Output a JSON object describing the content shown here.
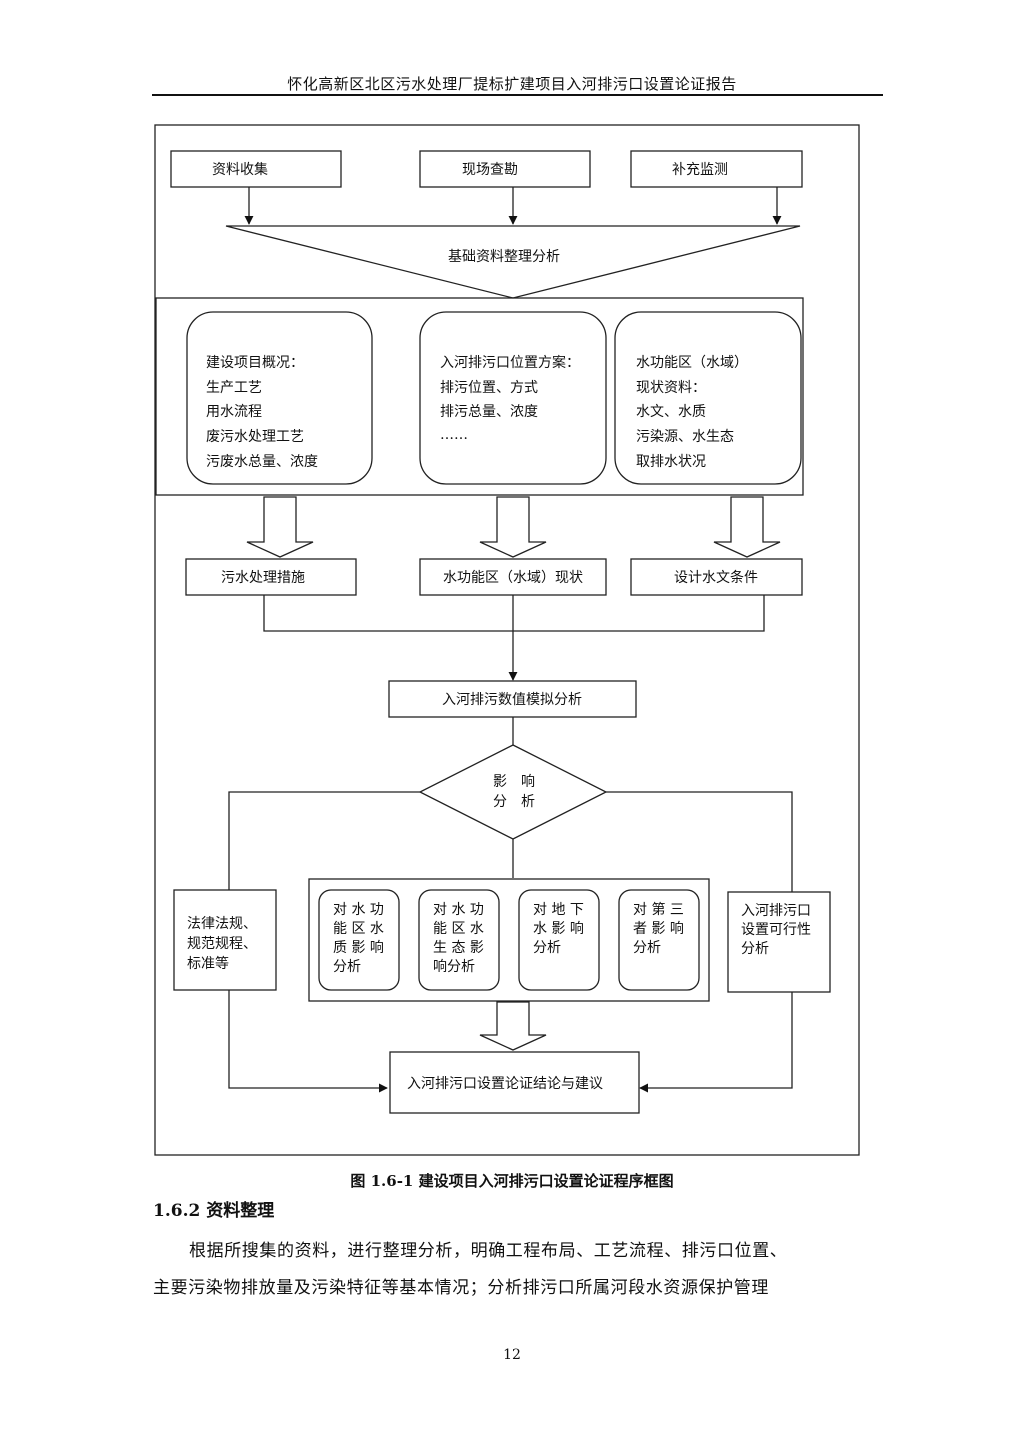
{
  "header": {
    "title": "怀化高新区北区污水处理厂提标扩建项目入河排污口设置论证报告"
  },
  "flowchart": {
    "top_boxes": [
      "资料收集",
      "现场查勘",
      "补充监测"
    ],
    "merge_label": "基础资料整理分析",
    "info_panels": [
      {
        "lines": [
          "建设项目概况：",
          "生产工艺",
          "用水流程",
          "废污水处理工艺",
          "污废水总量、浓度"
        ]
      },
      {
        "lines": [
          "入河排污口位置方案：",
          "排污位置、方式",
          "排污总量、浓度",
          "……"
        ]
      },
      {
        "lines": [
          "水功能区（水域）",
          "现状资料：",
          "水文、水质",
          "污染源、水生态",
          "取排水状况"
        ]
      }
    ],
    "mid_boxes": [
      "污水处理措施",
      "水功能区（水域）现状",
      "设计水文条件"
    ],
    "simulation_box": "入河排污数值模拟分析",
    "decision": {
      "line1": "影　响",
      "line2": "分　析"
    },
    "left_box": {
      "lines": [
        "法律法规、",
        "规范规程、",
        "标准等"
      ]
    },
    "impact_boxes": [
      {
        "lines": [
          "对 水 功",
          "能 区 水",
          "质 影 响",
          "分析"
        ]
      },
      {
        "lines": [
          "对 水 功",
          "能 区 水",
          "生 态 影",
          "响分析"
        ]
      },
      {
        "lines": [
          "对 地 下",
          "水 影 响",
          "分析"
        ]
      },
      {
        "lines": [
          "对 第 三",
          "者 影 响",
          "分析"
        ]
      }
    ],
    "right_box": {
      "lines": [
        "入河排污口",
        "设置可行性",
        "分析"
      ]
    },
    "final_box": "入河排污口设置论证结论与建议"
  },
  "figure_caption": "图 1.6-1  建设项目入河排污口设置论证程序框图",
  "section": {
    "heading": "1.6.2 资料整理",
    "paragraph_lines": [
      "根据所搜集的资料，进行整理分析，明确工程布局、工艺流程、排污口位置、",
      "主要污染物排放量及污染特征等基本情况；分析排污口所属河段水资源保护管理"
    ]
  },
  "page_number": "12"
}
